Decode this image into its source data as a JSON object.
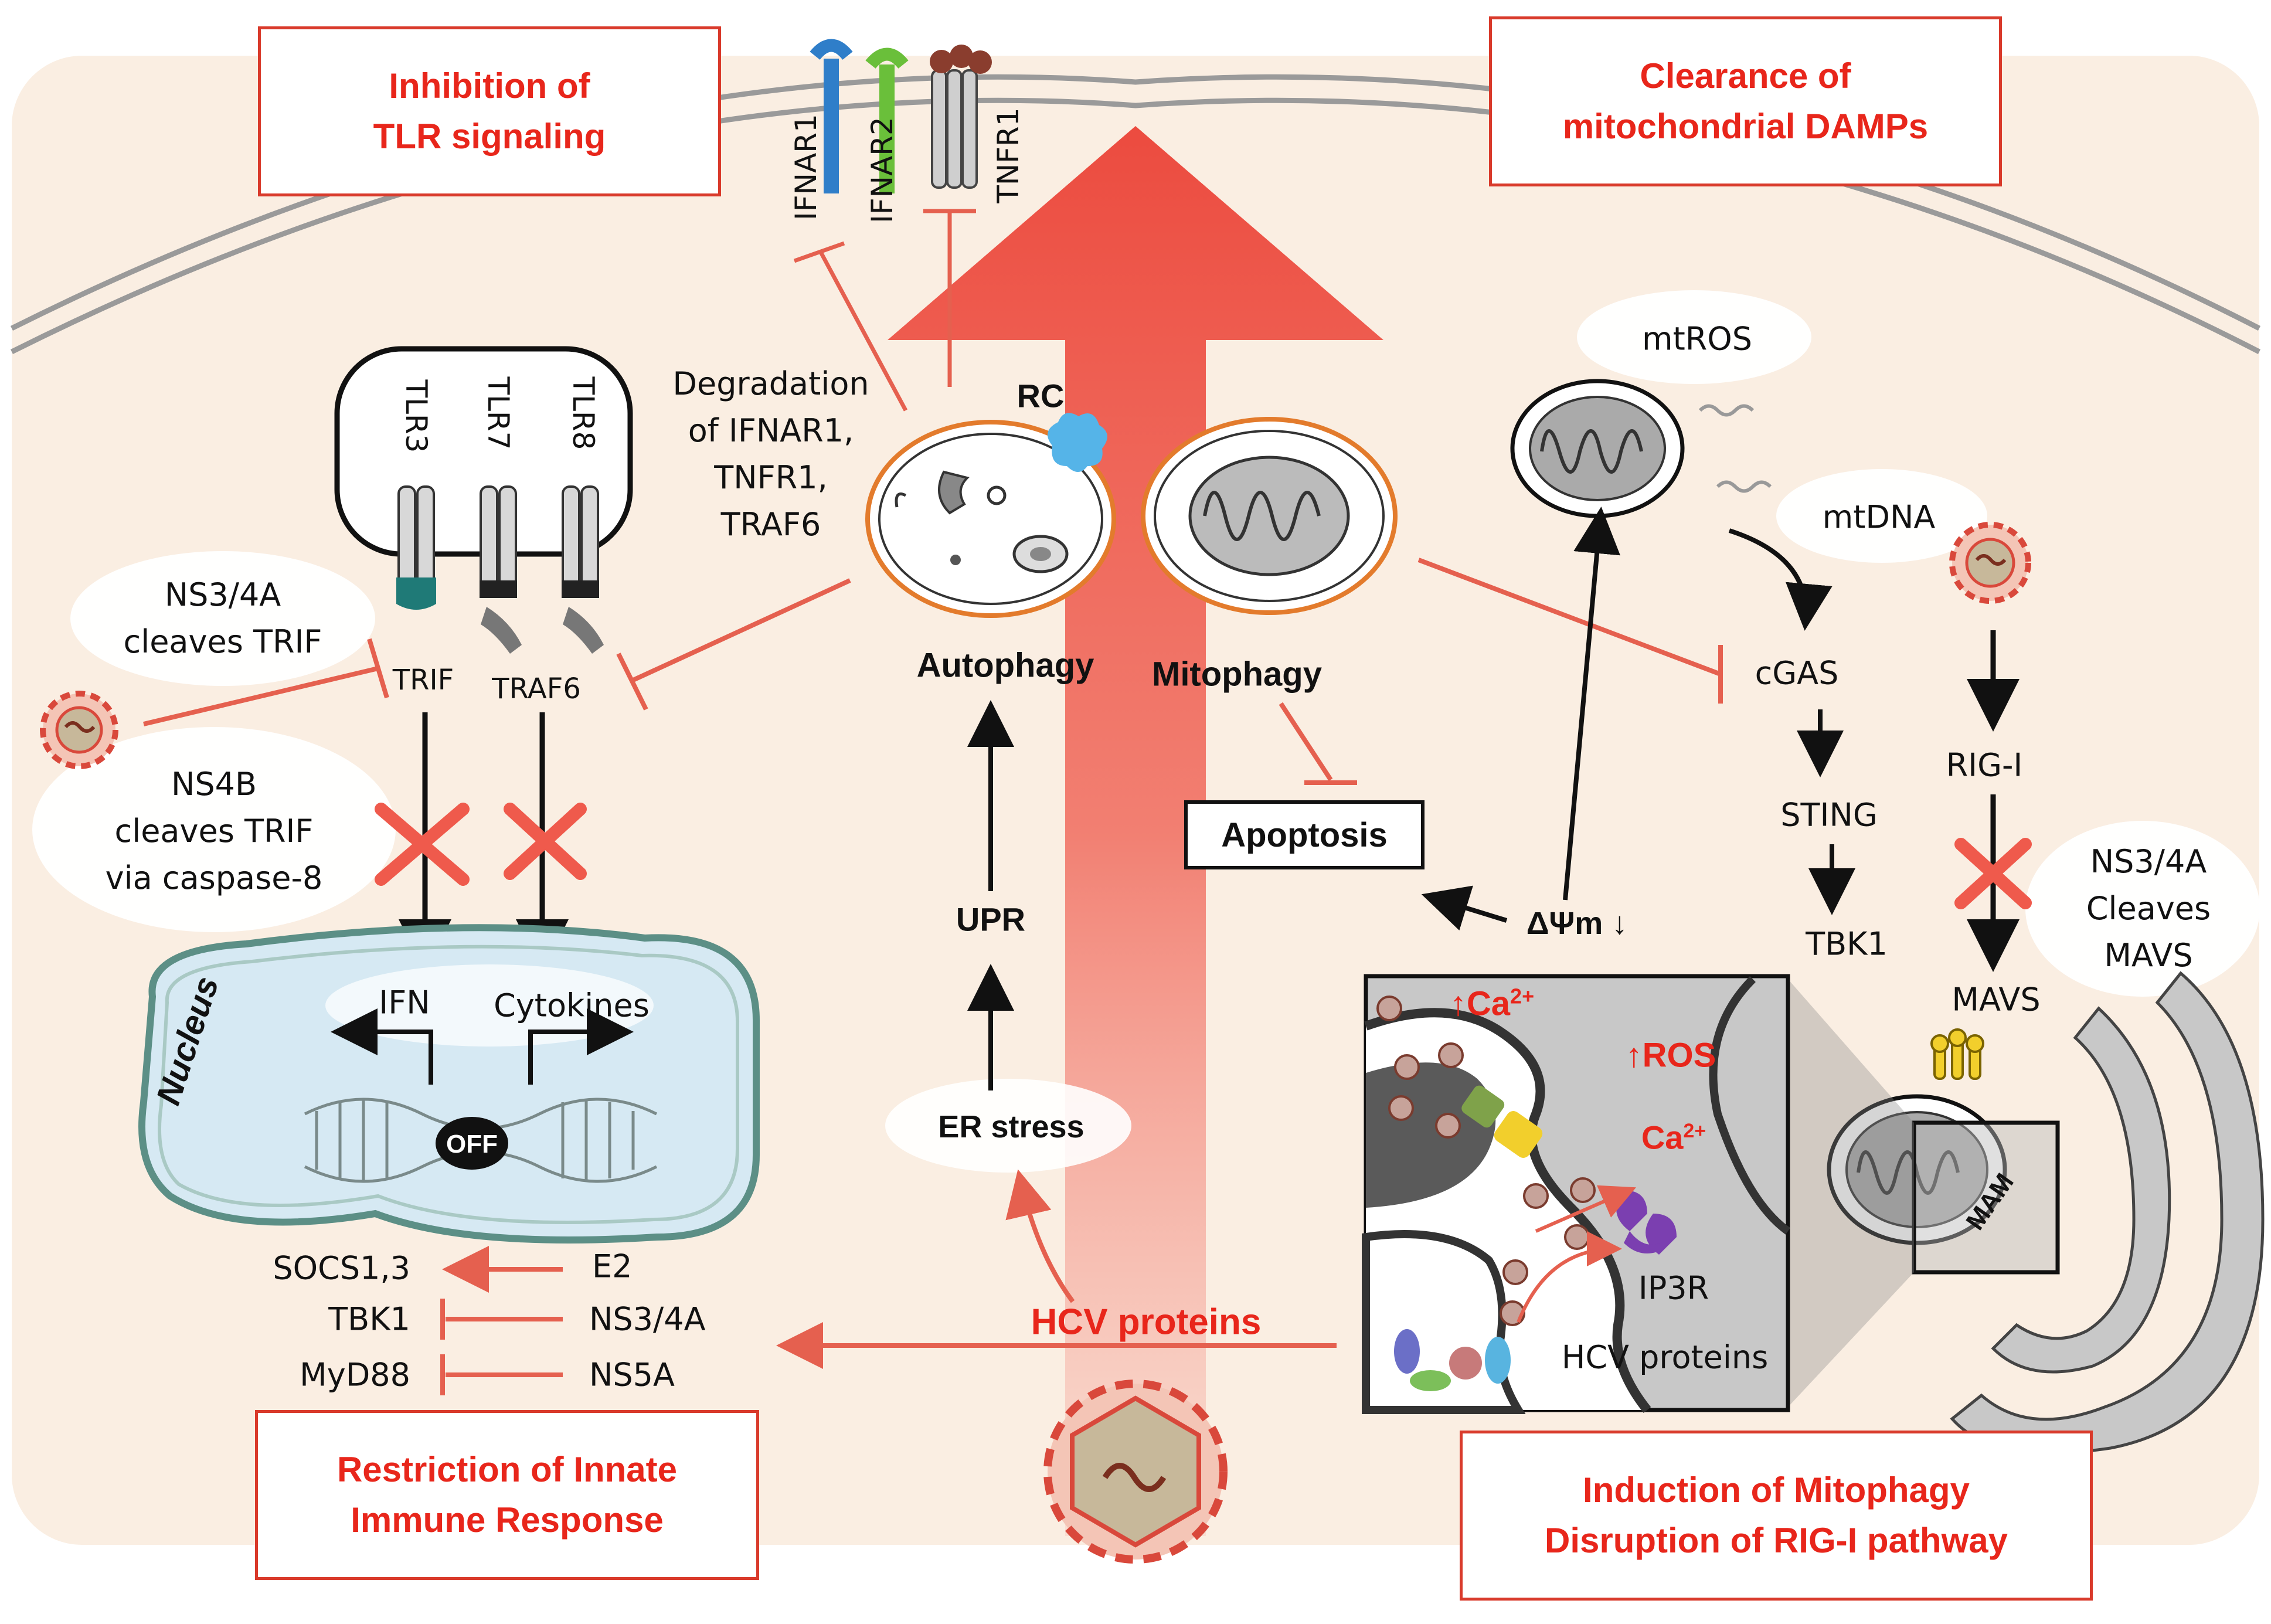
{
  "boxes": {
    "tlr_inhibition": "Inhibition of\nTLR signaling",
    "damps": "Clearance of\nmitochondrial DAMPs",
    "restriction": "Restriction of Innate\nImmune Response",
    "mitophagy_rig": "Induction of Mitophagy\nDisruption of RIG-I pathway"
  },
  "receptors": {
    "ifnar1": "IFNAR1",
    "ifnar2": "IFNAR2",
    "tnfr1": "TNFR1"
  },
  "endosome": {
    "tlr3": "TLR3",
    "tlr7": "TLR7",
    "tlr8": "TLR8"
  },
  "labels": {
    "degradation": "Degradation\nof IFNAR1,\nTNFR1,\nTRAF6",
    "rc": "RC",
    "autophagy": "Autophagy",
    "mitophagy": "Mitophagy",
    "ns34a_trif": "NS3/4A\ncleaves TRIF",
    "trif": "TRIF",
    "traf6": "TRAF6",
    "ns4b": "NS4B\ncleaves TRIF\nvia caspase-8",
    "nucleus": "Nucleus",
    "ifn": "IFN",
    "cytokines": "Cytokines",
    "off": "OFF",
    "socs": "SOCS1,3",
    "e2": "E2",
    "tbk1_left": "TBK1",
    "ns34a_left": "NS3/4A",
    "myd88": "MyD88",
    "ns5a": "NS5A",
    "hcv_proteins": "HCV proteins",
    "er_stress": "ER stress",
    "upr": "UPR",
    "apoptosis": "Apoptosis",
    "delta_psi": "ΔΨm ↓",
    "mtros": "mtROS",
    "mtdna": "mtDNA",
    "cgas": "cGAS",
    "sting": "STING",
    "tbk1_right": "TBK1",
    "rig_i": "RIG-I",
    "ns34a_mavs": "NS3/4A\nCleaves\nMAVS",
    "mavs": "MAVS",
    "mam": "MAM",
    "ca_up": "↑Ca",
    "ros_up": "↑ROS",
    "ca": "Ca",
    "ca_sup": "2+",
    "ip3r": "IP3R",
    "hcv_proteins_inset": "HCV proteins"
  },
  "colors": {
    "cell": "#faeee2",
    "membrane": "#9a9a9a",
    "accent_red": "#e8261b",
    "inhibit_line": "#e5604f",
    "nucleus_fill": "#d6e9f3",
    "nucleus_border": "#5c8f86",
    "gray_panel": "#c8c8c8"
  }
}
